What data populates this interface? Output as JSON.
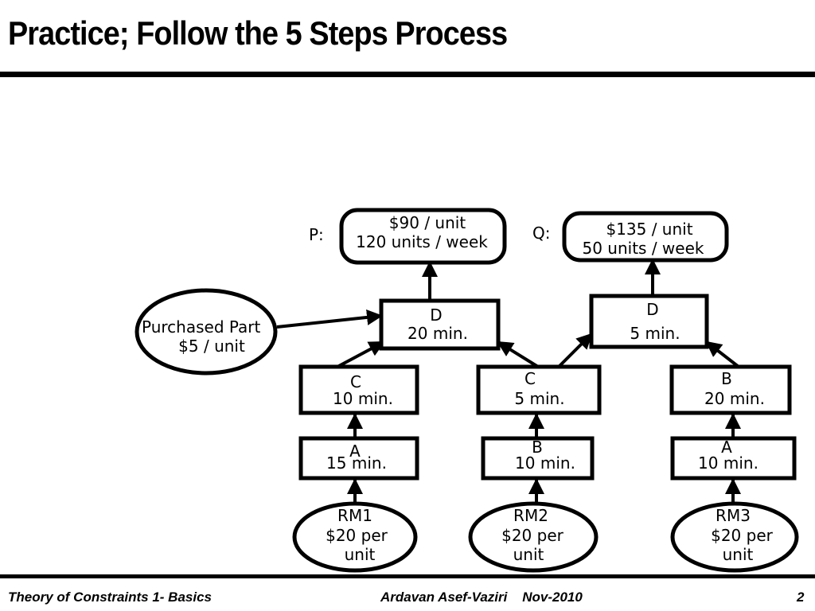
{
  "slide": {
    "title": "Practice; Follow the 5 Steps Process",
    "footer_left": "Theory of Constraints 1- Basics",
    "footer_center": "Ardavan Asef-Vaziri    Nov-2010",
    "page_number": "2"
  },
  "diagram": {
    "product_p": {
      "label": "P:",
      "price": "$90 / unit",
      "demand": "120 units / week"
    },
    "product_q": {
      "label": "Q:",
      "price": "$135 / unit",
      "demand": "50 units / week"
    },
    "purchased_part": {
      "name": "Purchased Part",
      "cost": "$5 / unit"
    },
    "step_d_p": {
      "resource": "D",
      "time": "20 min."
    },
    "step_d_q": {
      "resource": "D",
      "time": "5 min."
    },
    "step_c_left": {
      "resource": "C",
      "time": "10 min."
    },
    "step_c_mid": {
      "resource": "C",
      "time": "5 min."
    },
    "step_b_right": {
      "resource": "B",
      "time": "20 min."
    },
    "step_a_left": {
      "resource": "A",
      "time": "15 min."
    },
    "step_b_mid": {
      "resource": "B",
      "time": "10 min."
    },
    "step_a_right": {
      "resource": "A",
      "time": "10 min."
    },
    "rm1": {
      "name": "RM1",
      "cost_line1": "$20 per",
      "cost_line2": "unit"
    },
    "rm2": {
      "name": "RM2",
      "cost_line1": "$20 per",
      "cost_line2": "unit"
    },
    "rm3": {
      "name": "RM3",
      "cost_line1": "$20 per",
      "cost_line2": "unit"
    }
  }
}
